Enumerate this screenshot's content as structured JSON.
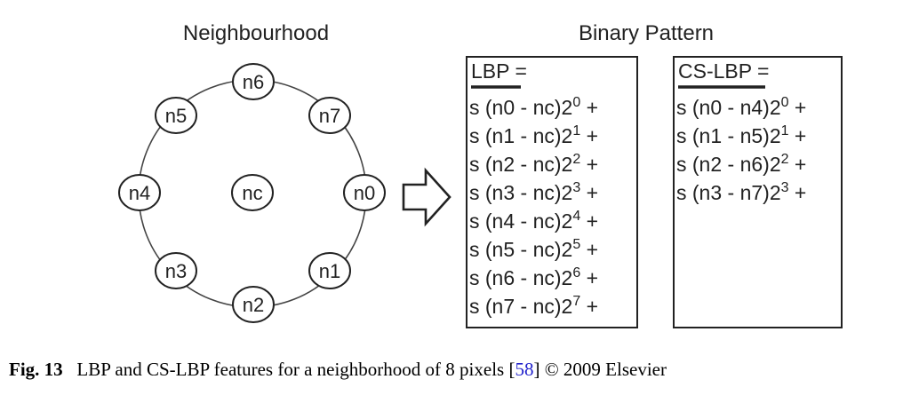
{
  "titles": {
    "left": "Neighbourhood",
    "right": "Binary Pattern"
  },
  "nodes": [
    {
      "id": "n6",
      "label": "n6"
    },
    {
      "id": "n5",
      "label": "n5"
    },
    {
      "id": "n7",
      "label": "n7"
    },
    {
      "id": "n4",
      "label": "n4"
    },
    {
      "id": "nc",
      "label": "nc"
    },
    {
      "id": "n0",
      "label": "n0"
    },
    {
      "id": "n3",
      "label": "n3"
    },
    {
      "id": "n1",
      "label": "n1"
    },
    {
      "id": "n2",
      "label": "n2"
    }
  ],
  "lbp": {
    "header": "LBP =",
    "terms": [
      {
        "text": "s (n0 - nc)2",
        "sup": "0",
        "suffix": " +"
      },
      {
        "text": "s (n1 - nc)2",
        "sup": "1",
        "suffix": " +"
      },
      {
        "text": "s (n2 - nc)2",
        "sup": "2",
        "suffix": " +"
      },
      {
        "text": "s (n3 - nc)2",
        "sup": "3",
        "suffix": " +"
      },
      {
        "text": "s (n4 - nc)2",
        "sup": "4",
        "suffix": " +"
      },
      {
        "text": "s (n5 - nc)2",
        "sup": "5",
        "suffix": " +"
      },
      {
        "text": "s (n6 - nc)2",
        "sup": "6",
        "suffix": " +"
      },
      {
        "text": "s (n7 - nc)2",
        "sup": "7",
        "suffix": " +"
      }
    ]
  },
  "cslbp": {
    "header": "CS-LBP =",
    "terms": [
      {
        "text": "s (n0 - n4)2",
        "sup": "0",
        "suffix": " +"
      },
      {
        "text": "s (n1 - n5)2",
        "sup": "1",
        "suffix": " +"
      },
      {
        "text": "s (n2 - n6)2",
        "sup": "2",
        "suffix": " +"
      },
      {
        "text": "s (n3 - n7)2",
        "sup": "3",
        "suffix": " +"
      }
    ]
  },
  "caption": {
    "label": "Fig. 13",
    "text": "LBP and CS-LBP features for a neighborhood of 8 pixels [",
    "ref": "58",
    "after": "] ",
    "copyright": "©",
    "year": " 2009 Elsevier"
  }
}
